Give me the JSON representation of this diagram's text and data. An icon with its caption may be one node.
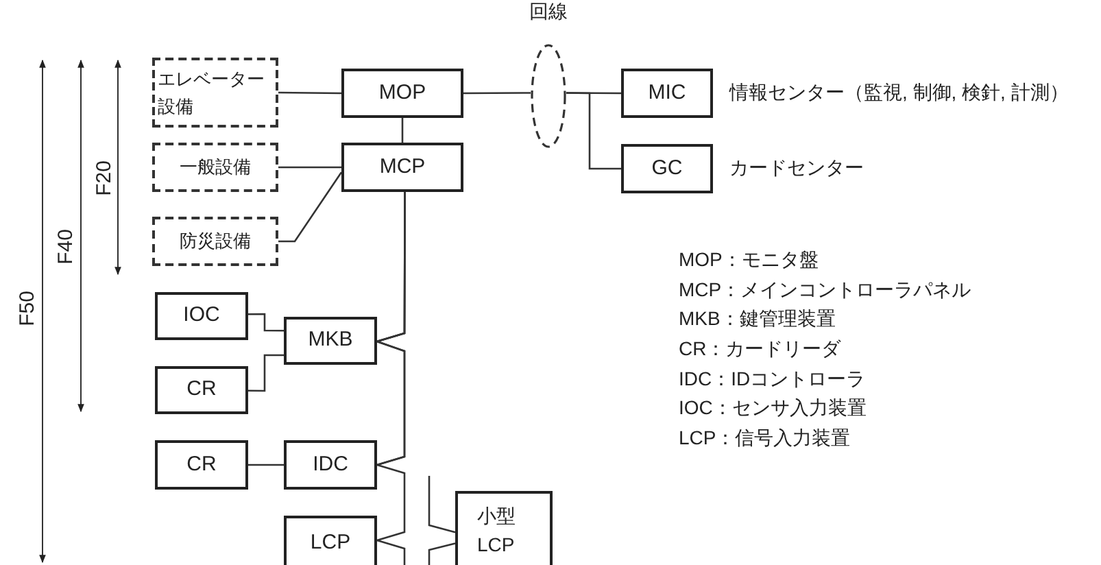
{
  "diagram": {
    "nodes": [
      {
        "text": [
          "エレベーター設備"
        ]
      },
      {
        "text": [
          "MOP"
        ]
      },
      {
        "text": [
          "一般設備"
        ]
      },
      {
        "text": [
          "MCP"
        ]
      },
      {
        "text": [
          "防災設備"
        ]
      },
      {
        "text": [
          "回線"
        ]
      },
      {
        "text": [
          "MIC"
        ],
        "beside": [
          "情報センター（監視, 制御, 検針, 計測）"
        ]
      },
      {
        "text": [
          "GC"
        ],
        "beside": [
          "カードセンター"
        ]
      },
      {
        "text": [
          "IOC"
        ]
      },
      {
        "text": [
          "MKB"
        ]
      },
      {
        "text": [
          "CR"
        ]
      },
      {
        "text": [
          "CR"
        ]
      },
      {
        "text": [
          "IDC"
        ]
      },
      {
        "text": [
          "LCP"
        ]
      },
      {
        "text": [
          "小型 LCP"
        ]
      }
    ],
    "edges": [
      {
        "from": 0,
        "to": 1,
        "arrow": "none"
      },
      {
        "from": 1,
        "to": 3,
        "arrow": "none"
      },
      {
        "from": 2,
        "to": 3,
        "arrow": "none"
      },
      {
        "from": 4,
        "to": 3,
        "arrow": "none"
      },
      {
        "from": 1,
        "to": 5,
        "arrow": "none"
      },
      {
        "from": 5,
        "to": 6,
        "arrow": "none"
      },
      {
        "from": 5,
        "to": 7,
        "arrow": "none"
      },
      {
        "from": 8,
        "to": 9,
        "arrow": "none"
      },
      {
        "from": 10,
        "to": 9,
        "arrow": "none"
      },
      {
        "from": 11,
        "to": 12,
        "arrow": "none"
      },
      {
        "from": 3,
        "to": 9,
        "arrow": "none"
      },
      {
        "from": 3,
        "to": 12,
        "arrow": "none"
      },
      {
        "from": 3,
        "to": 13,
        "arrow": "none"
      },
      {
        "from": null,
        "to": 14,
        "arrow": "none"
      },
      {
        "from": null,
        "to": 14,
        "arrow": "none"
      }
    ],
    "labels": [
      "F50",
      "F40",
      "F20",
      "MOP：モニタ盤",
      "MCP：メインコントローラパネル",
      "MKB：鍵管理装置",
      "CR：カードリーダ",
      "IDC：IDコントローラ",
      "IOC：センサ入力装置",
      "LCP：信号入力装置"
    ]
  }
}
